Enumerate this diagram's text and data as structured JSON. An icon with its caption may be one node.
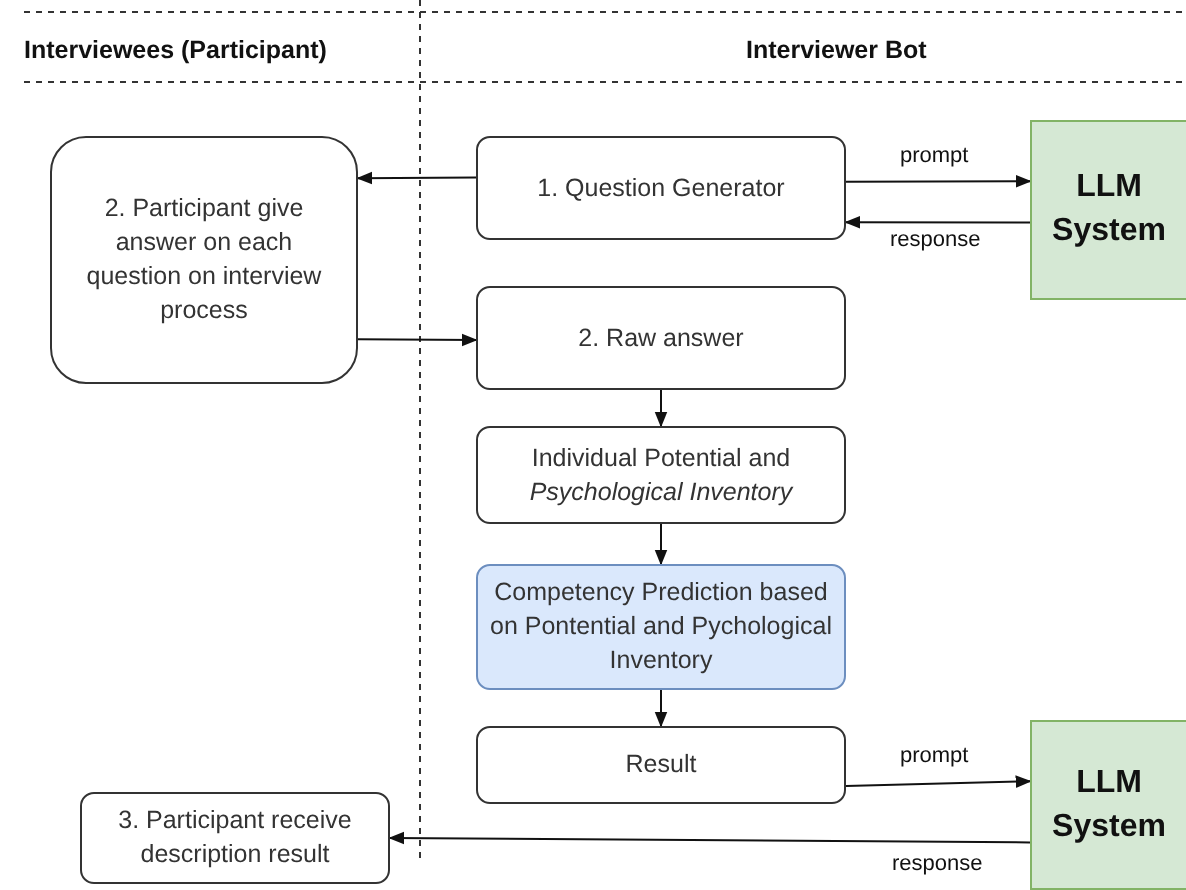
{
  "diagram": {
    "nodes": [
      {
        "text": [
          "2. Participant give answer on each question on interview process"
        ]
      },
      {
        "text": [
          "1. Question Generator"
        ]
      },
      {
        "text": [
          "LLM System"
        ]
      },
      {
        "text": [
          "2. Raw answer"
        ]
      },
      {
        "text": [
          "Individual Potential and *Psychological Inventory*"
        ]
      },
      {
        "text": [
          "Competency Prediction based on Pontential and Pychological Inventory"
        ]
      },
      {
        "text": [
          "Result"
        ]
      },
      {
        "text": [
          "LLM System"
        ]
      },
      {
        "text": [
          "3. Participant receive description result"
        ]
      }
    ],
    "edges": [
      {
        "from": 1,
        "to": 0,
        "arrow": "to"
      },
      {
        "from": 1,
        "to": 2,
        "arrow": "to",
        "label": "prompt"
      },
      {
        "from": 2,
        "to": 1,
        "arrow": "to",
        "label": "response"
      },
      {
        "from": 0,
        "to": 3,
        "arrow": "to"
      },
      {
        "from": 3,
        "to": 4,
        "arrow": "to"
      },
      {
        "from": 4,
        "to": 5,
        "arrow": "to"
      },
      {
        "from": 5,
        "to": 6,
        "arrow": "to"
      },
      {
        "from": 6,
        "to": 7,
        "arrow": "to",
        "label": "prompt"
      },
      {
        "from": 7,
        "to": 8,
        "arrow": "to",
        "label": "response"
      }
    ],
    "labels": [
      "Interviewees (Participant)",
      "Interviewer Bot"
    ]
  }
}
